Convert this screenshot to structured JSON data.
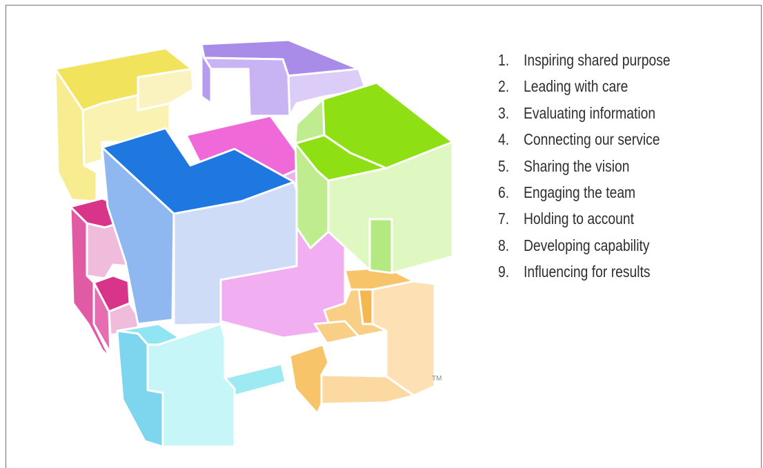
{
  "diagram": {
    "trademark": "TM",
    "pieces": [
      {
        "name": "yellow-piece",
        "color": "#f2e35c"
      },
      {
        "name": "purple-piece",
        "color": "#a98be8"
      },
      {
        "name": "blue-piece",
        "color": "#1f78e0"
      },
      {
        "name": "green-piece",
        "color": "#8ee014"
      },
      {
        "name": "magenta-piece",
        "color": "#ef6ad8"
      },
      {
        "name": "crimson-piece",
        "color": "#d8348a"
      },
      {
        "name": "cyan-piece",
        "color": "#8fe6f2"
      },
      {
        "name": "orange-piece",
        "color": "#f7c46a"
      }
    ]
  },
  "list": {
    "items": [
      {
        "num": "1.",
        "label": "Inspiring shared purpose"
      },
      {
        "num": "2.",
        "label": "Leading with care"
      },
      {
        "num": "3.",
        "label": "Evaluating information"
      },
      {
        "num": "4.",
        "label": "Connecting our service"
      },
      {
        "num": "5.",
        "label": "Sharing the vision"
      },
      {
        "num": "6.",
        "label": "Engaging the team"
      },
      {
        "num": "7.",
        "label": "Holding to account"
      },
      {
        "num": "8.",
        "label": "Developing capability"
      },
      {
        "num": "9.",
        "label": "Influencing for results"
      }
    ]
  }
}
